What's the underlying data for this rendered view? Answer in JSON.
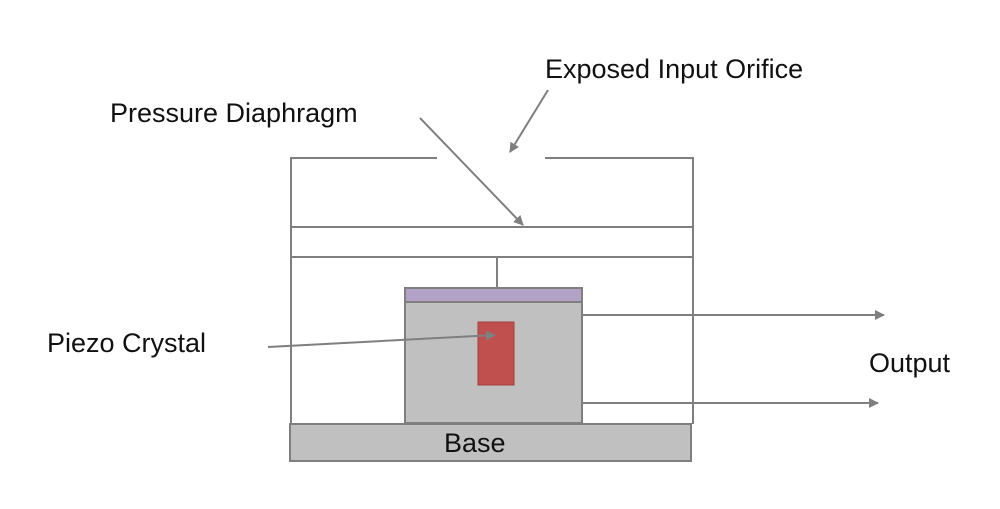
{
  "labels": {
    "exposed_input_orifice": "Exposed Input Orifice",
    "pressure_diaphragm": "Pressure Diaphragm",
    "piezo_crystal": "Piezo Crystal",
    "output": "Output",
    "base": "Base"
  },
  "colors": {
    "line": "#7f7f7f",
    "block_fill": "#c0c0c0",
    "electrode_fill": "#b3a2c7",
    "crystal_fill": "#c0504d",
    "base_fill": "#c0c0c0"
  }
}
